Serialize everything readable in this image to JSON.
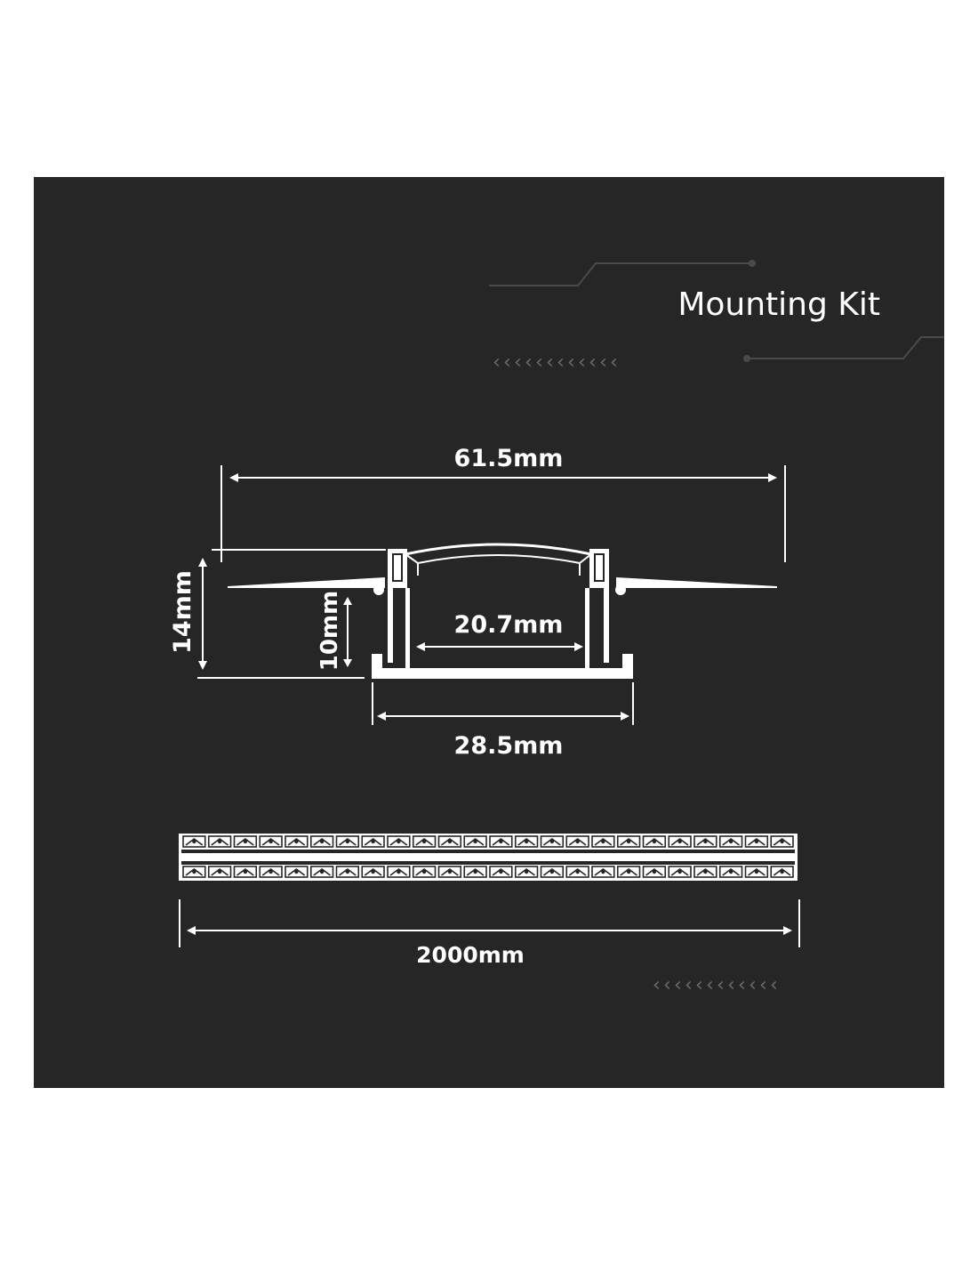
{
  "title": "Mounting Kit",
  "dimensions": {
    "overall_width": "61.5mm",
    "outer_height": "14mm",
    "inner_height": "10mm",
    "inner_width": "20.7mm",
    "base_width": "28.5mm",
    "length": "2000mm"
  },
  "colors": {
    "background": "#262626",
    "page": "#ffffff",
    "line": "#ffffff",
    "accent_line": "#4a4a4a",
    "chevrons": "#6a6a6a"
  },
  "decor": {
    "chevron_glyph": "‹",
    "led_count": 24
  }
}
